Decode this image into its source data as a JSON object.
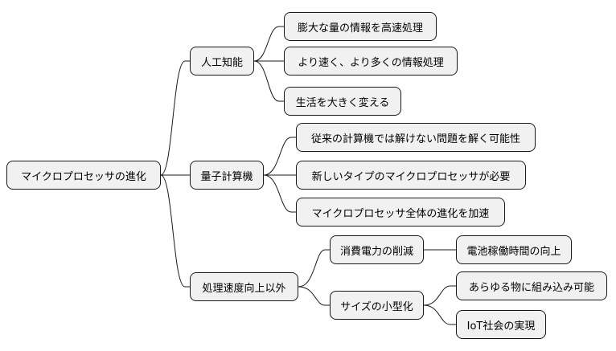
{
  "mindmap": {
    "root": "マイクロプロセッサの進化",
    "branches": [
      {
        "label": "人工知能",
        "children": [
          {
            "label": "膨大な量の情報を高速処理"
          },
          {
            "label": "より速く、より多くの情報処理"
          },
          {
            "label": "生活を大きく変える"
          }
        ]
      },
      {
        "label": "量子計算機",
        "children": [
          {
            "label": "従来の計算機では解けない問題を解く可能性"
          },
          {
            "label": "新しいタイプのマイクロプロセッサが必要"
          },
          {
            "label": "マイクロプロセッサ全体の進化を加速"
          }
        ]
      },
      {
        "label": "処理速度向上以外",
        "children": [
          {
            "label": "消費電力の削減",
            "children": [
              {
                "label": "電池稼働時間の向上"
              }
            ]
          },
          {
            "label": "サイズの小型化",
            "children": [
              {
                "label": "あらゆる物に組み込み可能"
              },
              {
                "label": "IoT社会の実現"
              }
            ]
          }
        ]
      }
    ]
  },
  "colors": {
    "node_fill": "#f1f1f1",
    "node_border": "#181818",
    "line": "#181818",
    "background": "#ffffff"
  }
}
